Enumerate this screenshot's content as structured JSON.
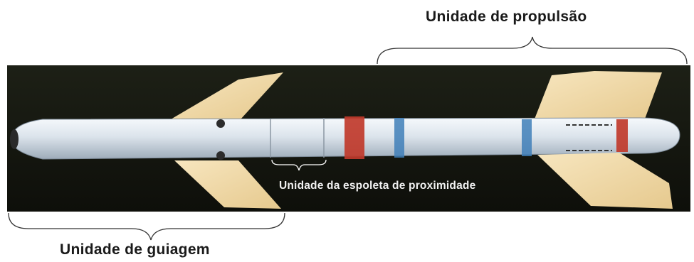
{
  "annotations": {
    "top_label": "Unidade de propulsão",
    "bottom_label": "Unidade de guiagem",
    "middle_label": "Unidade da espoleta de proximidade"
  },
  "colors": {
    "background_dark": "#14160f",
    "missile_body": "#dfe6ee",
    "fin": "#f0dcb0",
    "band_red": "#c0392b",
    "band_blue": "#3f7fb8"
  }
}
